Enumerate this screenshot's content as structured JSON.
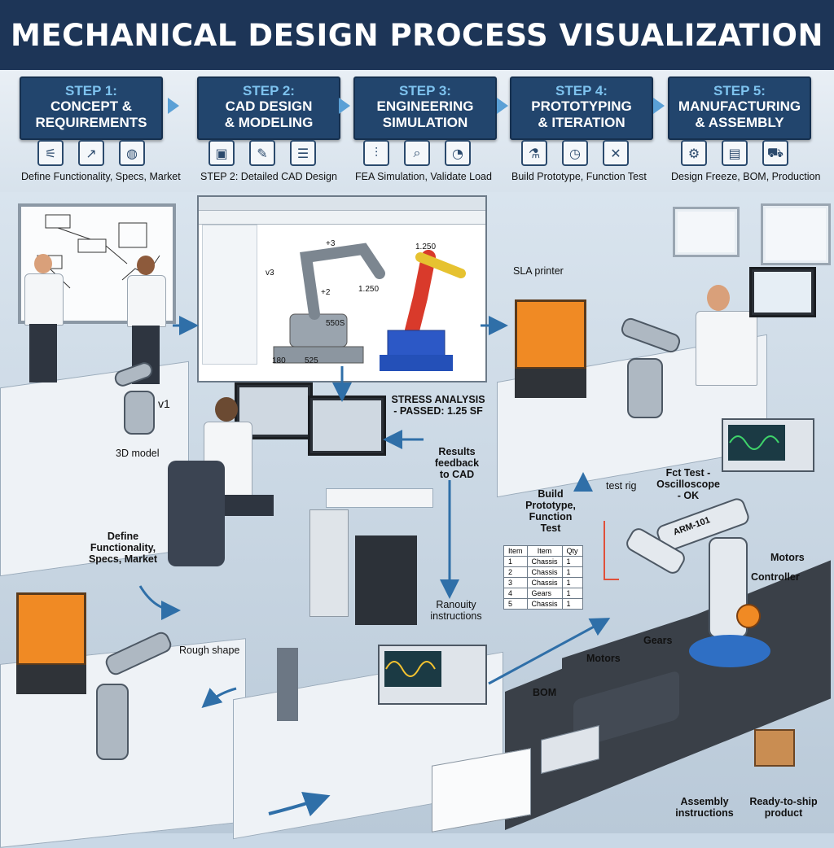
{
  "title": "MECHANICAL DESIGN PROCESS VISUALIZATION",
  "steps": [
    {
      "num": "STEP 1:",
      "name_line1": "CONCEPT &",
      "name_line2": "REQUIREMENTS",
      "desc": "Define Functionality, Specs, Market",
      "icons": [
        "flowchart-icon",
        "chart-icon",
        "globe-icon"
      ]
    },
    {
      "num": "STEP 2:",
      "name_line1": "CAD DESIGN",
      "name_line2": "& MODELING",
      "desc": "STEP 2: Detailed CAD Design",
      "icons": [
        "cube-icon",
        "pencil-icon",
        "list-icon"
      ]
    },
    {
      "num": "STEP 3:",
      "name_line1": "ENGINEERING",
      "name_line2": "SIMULATION",
      "desc": "FEA Simulation, Validate Load",
      "icons": [
        "sliders-icon",
        "magnifier-icon",
        "gauge-icon"
      ]
    },
    {
      "num": "STEP 4:",
      "name_line1": "PROTOTYPING",
      "name_line2": "& ITERATION",
      "desc": "Build Prototype, Function Test",
      "icons": [
        "flask-icon",
        "speedometer-icon",
        "wrench-icon"
      ]
    },
    {
      "num": "STEP 5:",
      "name_line1": "MANUFACTURING",
      "name_line2": "& ASSEMBLY",
      "desc": "Design Freeze, BOM, Production",
      "icons": [
        "gear-icon",
        "document-icon",
        "truck-icon"
      ]
    }
  ],
  "icon_glyphs": {
    "flowchart-icon": "⚟",
    "chart-icon": "↗",
    "globe-icon": "◍",
    "cube-icon": "▣",
    "pencil-icon": "✎",
    "list-icon": "☰",
    "sliders-icon": "⫶",
    "magnifier-icon": "⌕",
    "gauge-icon": "◔",
    "flask-icon": "⚗",
    "speedometer-icon": "◷",
    "wrench-icon": "✕",
    "gear-icon": "⚙",
    "document-icon": "▤",
    "truck-icon": "⛟"
  },
  "scene": {
    "v1": "v1",
    "model_3d": "3D model",
    "define_line1": "Define",
    "define_line2": "Functionality,",
    "define_line3": "Specs, Market",
    "rough_shape": "Rough shape",
    "cad_dims": {
      "v3": "v3",
      "plus3": "+3",
      "plus2": "+2",
      "d550": "550S",
      "d180": "180",
      "d525": "525",
      "d1250a": "1.250",
      "d1250b": "1.250"
    },
    "stress_line1": "STRESS ANALYSIS",
    "stress_line2": "- PASSED: 1.25 SF",
    "results_line1": "Results",
    "results_line2": "feedback",
    "results_line3": "to CAD",
    "ranouity_line1": "Ranouity",
    "ranouity_line2": "instructions",
    "sla_printer": "SLA printer",
    "build_line1": "Build",
    "build_line2": "Prototype,",
    "build_line3": "Function",
    "build_line4": "Test",
    "test_rig": "test rig",
    "fct_line1": "Fct Test -",
    "fct_line2": "Oscilloscope",
    "fct_line3": "- OK",
    "arm_label": "ARM-101",
    "motors_a": "Motors",
    "controller": "Controller",
    "gears": "Gears",
    "motors_b": "Motors",
    "bom": "BOM",
    "assembly_line1": "Assembly",
    "assembly_line2": "instructions",
    "ready_line1": "Ready-to-ship",
    "ready_line2": "product"
  },
  "bom_table": {
    "headers": [
      "Item",
      "Item",
      "Qty"
    ],
    "rows": [
      [
        "1",
        "Chassis",
        "1"
      ],
      [
        "2",
        "Chassis",
        "1"
      ],
      [
        "3",
        "Chassis",
        "1"
      ],
      [
        "4",
        "Gears",
        "1"
      ],
      [
        "5",
        "Chassis",
        "1"
      ]
    ]
  },
  "colors": {
    "banner": "#1d3557",
    "step_box": "#22456d",
    "step_num": "#7ec3ef",
    "arrow": "#5aa0d6",
    "printer": "#f08a24"
  }
}
